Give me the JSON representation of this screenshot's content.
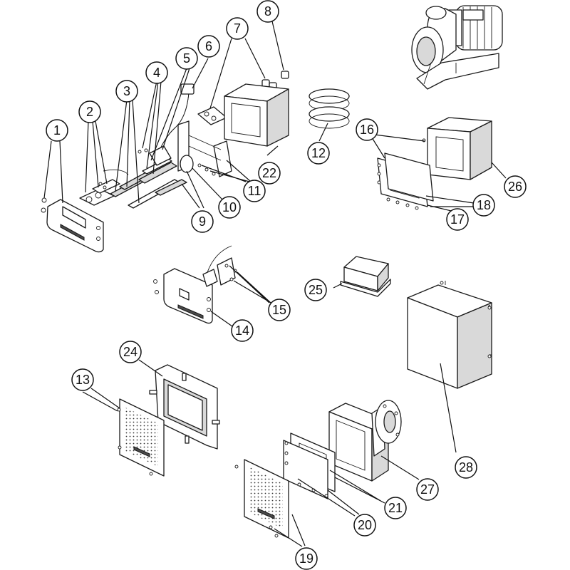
{
  "callouts": [
    {
      "id": "c1",
      "label": "1"
    },
    {
      "id": "c2",
      "label": "2"
    },
    {
      "id": "c3",
      "label": "3"
    },
    {
      "id": "c4",
      "label": "4"
    },
    {
      "id": "c5",
      "label": "5"
    },
    {
      "id": "c6",
      "label": "6"
    },
    {
      "id": "c7",
      "label": "7"
    },
    {
      "id": "c8",
      "label": "8"
    },
    {
      "id": "c9",
      "label": "9"
    },
    {
      "id": "c10",
      "label": "10"
    },
    {
      "id": "c11",
      "label": "11"
    },
    {
      "id": "c12",
      "label": "12"
    },
    {
      "id": "c13",
      "label": "13"
    },
    {
      "id": "c14",
      "label": "14"
    },
    {
      "id": "c15",
      "label": "15"
    },
    {
      "id": "c16",
      "label": "16"
    },
    {
      "id": "c17",
      "label": "17"
    },
    {
      "id": "c18",
      "label": "18"
    },
    {
      "id": "c19",
      "label": "19"
    },
    {
      "id": "c20",
      "label": "20"
    },
    {
      "id": "c21",
      "label": "21"
    },
    {
      "id": "c22",
      "label": "22"
    },
    {
      "id": "c24",
      "label": "24"
    },
    {
      "id": "c25",
      "label": "25"
    },
    {
      "id": "c26",
      "label": "26"
    },
    {
      "id": "c27",
      "label": "27"
    },
    {
      "id": "c28",
      "label": "28"
    }
  ],
  "colors": {
    "line": "#1a1a1a",
    "background": "#ffffff",
    "shade": "#d9d9d9"
  }
}
